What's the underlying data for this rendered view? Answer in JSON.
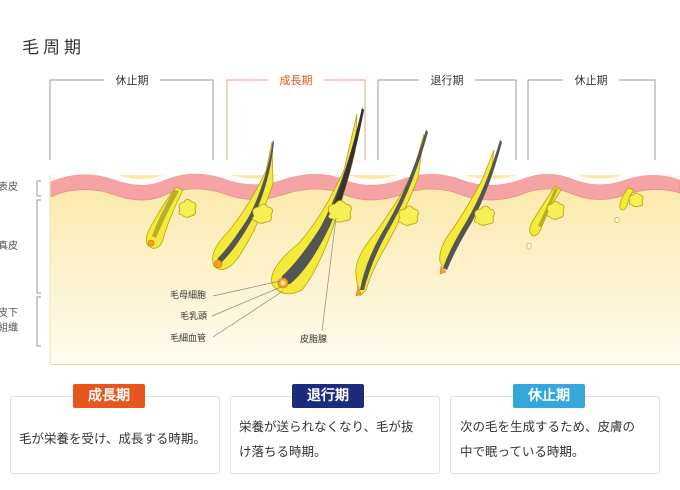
{
  "title": "毛周期",
  "phases": [
    {
      "label": "休止期"
    },
    {
      "label": "成長期"
    },
    {
      "label": "退行期"
    },
    {
      "label": "休止期"
    }
  ],
  "layers": {
    "epidermis": "表皮",
    "dermis": "真皮",
    "subcutis_1": "皮下",
    "subcutis_2": "組織"
  },
  "annotations": {
    "matrix_cell": "毛母細胞",
    "papilla": "毛乳頭",
    "capillary": "毛細血管",
    "sebaceous": "皮脂腺"
  },
  "cards": [
    {
      "badge": "成長期",
      "color": "#e8561e",
      "text": "毛が栄養を受け、成長する時期。"
    },
    {
      "badge": "退行期",
      "color": "#1d2b7c",
      "text_1": "栄養が送られなくなり、毛が抜",
      "text_2": "け落ちる時期。"
    },
    {
      "badge": "休止期",
      "color": "#35a7dc",
      "text_1": "次の毛を生成するため、皮膚の",
      "text_2": "中で眠っている時期。"
    }
  ],
  "colors": {
    "growth_accent": "#e8561e",
    "bracket": "#888888",
    "skin_pink": "#f3a4a2",
    "dermis": "#fdf1c6",
    "follicle": "#f4ea3a",
    "hair": "#555555"
  }
}
